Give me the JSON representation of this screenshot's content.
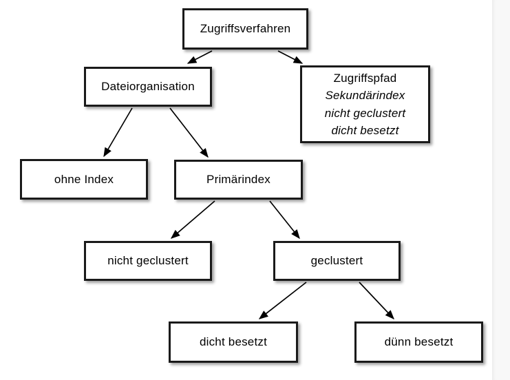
{
  "diagram": {
    "nodes": {
      "zugriffsverfahren": {
        "label": "Zugriffsverfahren"
      },
      "dateiorganisation": {
        "label": "Dateiorganisation"
      },
      "zugriffspfad": {
        "lines": [
          "Zugriffspfad",
          "Sekundärindex",
          "nicht geclustert",
          "dicht besetzt"
        ]
      },
      "ohne_index": {
        "label": "ohne Index"
      },
      "primaerindex": {
        "label": "Primärindex"
      },
      "nicht_geclustert": {
        "label": "nicht geclustert"
      },
      "geclustert": {
        "label": "geclustert"
      },
      "dicht_besetzt": {
        "label": "dicht besetzt"
      },
      "duenn_besetzt": {
        "label": "dünn besetzt"
      }
    },
    "edges": [
      {
        "from": "zugriffsverfahren",
        "to": "dateiorganisation"
      },
      {
        "from": "zugriffsverfahren",
        "to": "zugriffspfad"
      },
      {
        "from": "dateiorganisation",
        "to": "ohne_index"
      },
      {
        "from": "dateiorganisation",
        "to": "primaerindex"
      },
      {
        "from": "primaerindex",
        "to": "nicht_geclustert"
      },
      {
        "from": "primaerindex",
        "to": "geclustert"
      },
      {
        "from": "geclustert",
        "to": "dicht_besetzt"
      },
      {
        "from": "geclustert",
        "to": "duenn_besetzt"
      }
    ],
    "colors": {
      "box_fill": "#ffffff",
      "box_border": "#1a1a1a",
      "text": "#000000",
      "background": "#ffffff",
      "margin_strip": "#f8f8f8"
    }
  }
}
